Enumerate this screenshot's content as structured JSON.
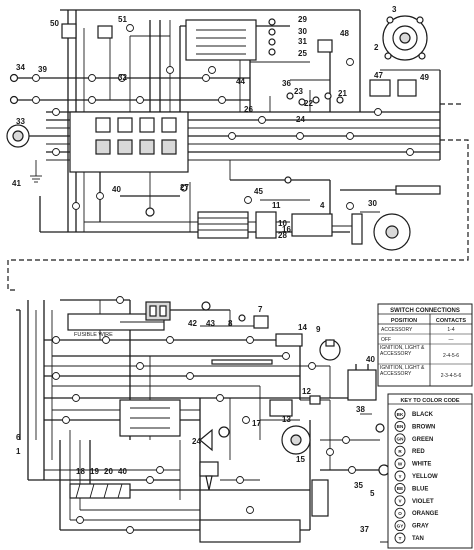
{
  "diagram": {
    "component_numbers": [
      "50",
      "51",
      "29",
      "30",
      "31",
      "25",
      "48",
      "2",
      "3",
      "34",
      "39",
      "32",
      "44",
      "36",
      "23",
      "22",
      "21",
      "47",
      "49",
      "26",
      "24",
      "33",
      "27",
      "41",
      "40",
      "45",
      "11",
      "10",
      "16",
      "28",
      "4",
      "30",
      "42",
      "43",
      "8",
      "7",
      "14",
      "9",
      "12",
      "13",
      "15",
      "40",
      "38",
      "24",
      "17",
      "18",
      "19",
      "20",
      "40",
      "35",
      "5",
      "6",
      "1",
      "37"
    ],
    "fusible_wire_label": "FUSIBLE WIRE",
    "switch_table": {
      "title": "SWITCH CONNECTIONS",
      "headers": [
        "POSITION",
        "CONTACTS"
      ],
      "rows": [
        {
          "position": "ACCESSORY",
          "contacts": "1-4"
        },
        {
          "position": "OFF",
          "contacts": "—"
        },
        {
          "position": "IGNITION, LIGHT & ACCESSORY",
          "contacts": "2-4-5-6"
        },
        {
          "position": "IGNITION, LIGHT & ACCESSORY",
          "contacts": "2-3-4-5-6"
        }
      ]
    },
    "color_key": {
      "title": "KEY TO COLOR CODE",
      "entries": [
        {
          "code": "BK",
          "name": "BLACK"
        },
        {
          "code": "BN",
          "name": "BROWN"
        },
        {
          "code": "GN",
          "name": "GREEN"
        },
        {
          "code": "R",
          "name": "RED"
        },
        {
          "code": "W",
          "name": "WHITE"
        },
        {
          "code": "Y",
          "name": "YELLOW"
        },
        {
          "code": "BE",
          "name": "BLUE"
        },
        {
          "code": "V",
          "name": "VIOLET"
        },
        {
          "code": "O",
          "name": "ORANGE"
        },
        {
          "code": "GY",
          "name": "GRAY"
        },
        {
          "code": "T",
          "name": "TAN"
        }
      ]
    }
  }
}
